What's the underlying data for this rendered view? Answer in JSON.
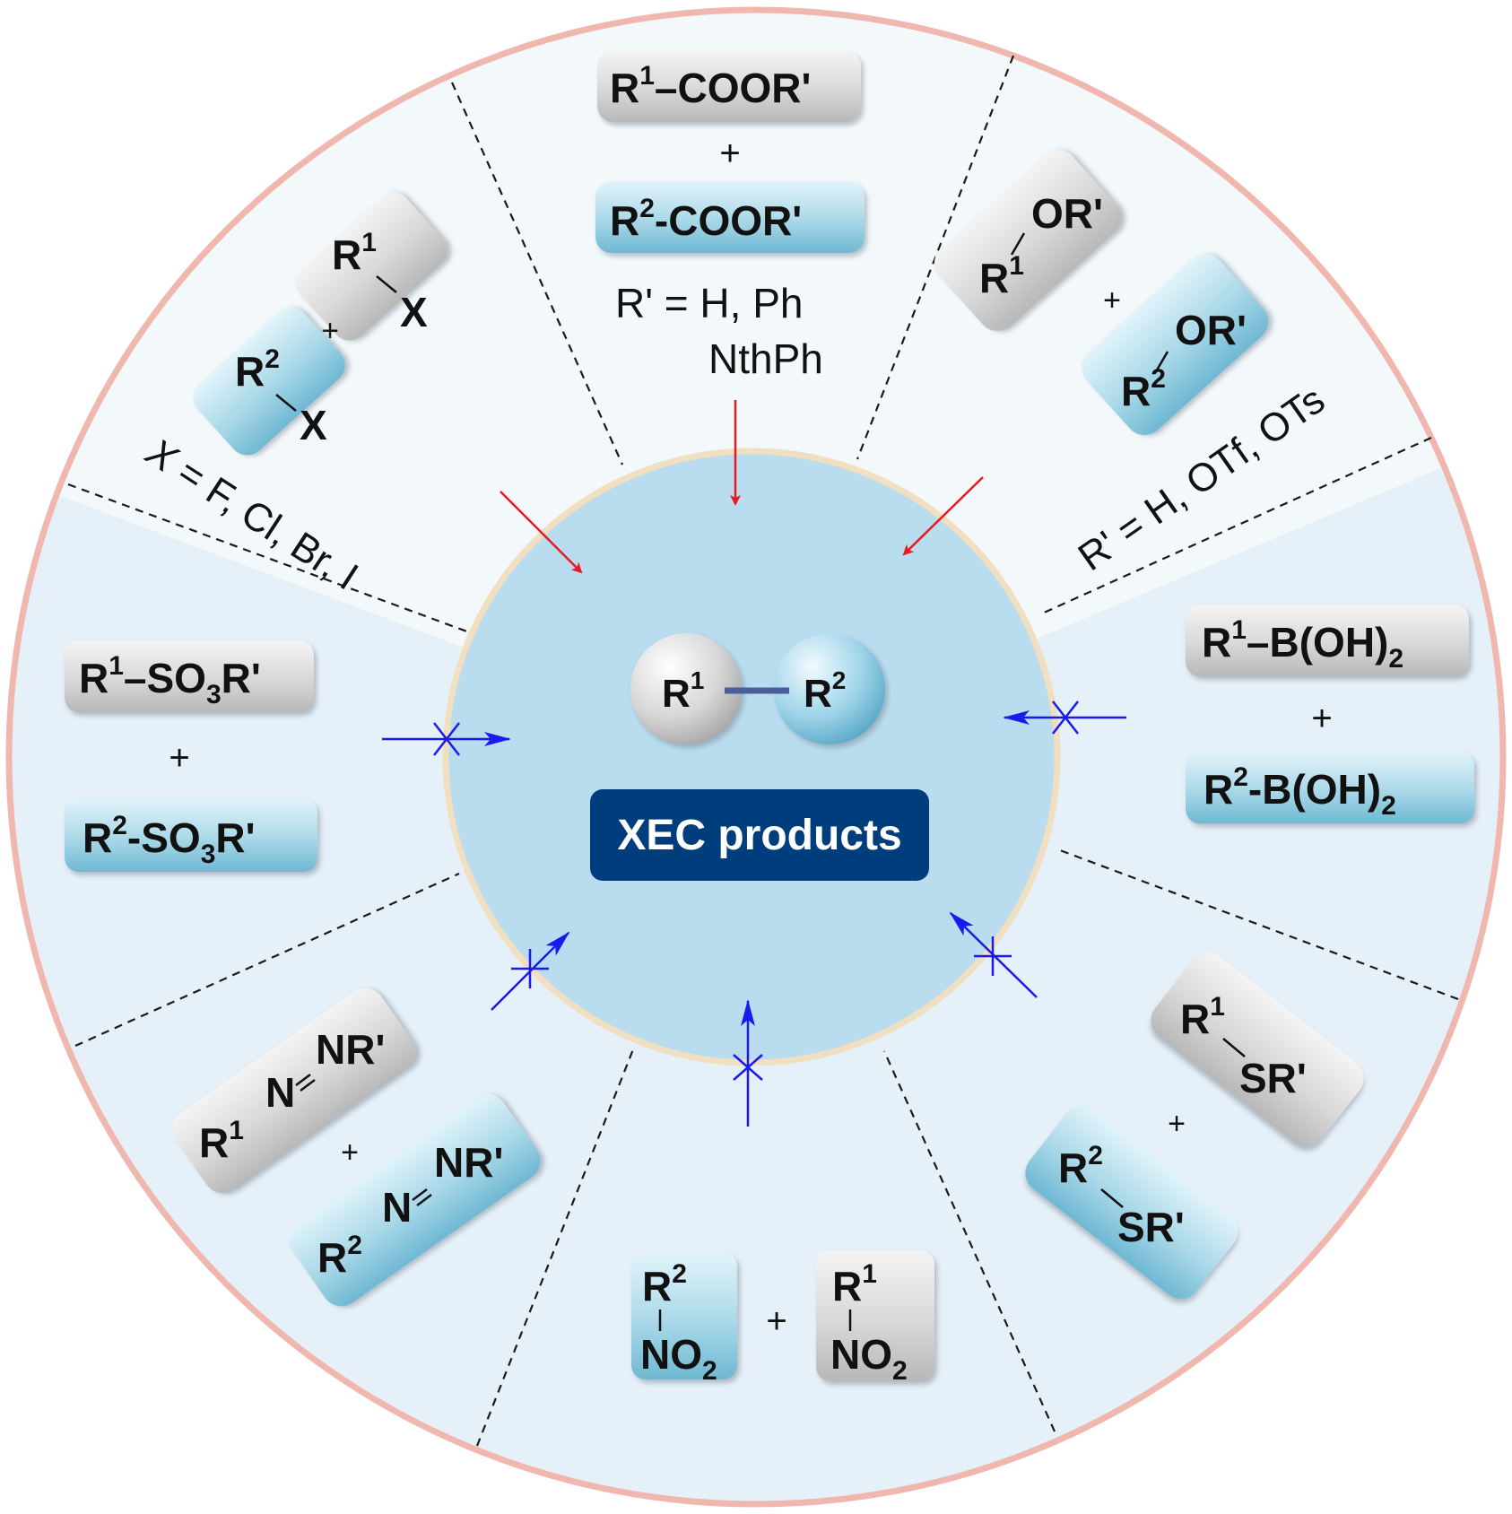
{
  "center": {
    "r1": "R",
    "r1_sup": "1",
    "r2": "R",
    "r2_sup": "2",
    "badge": "XEC products"
  },
  "segments": {
    "halide": {
      "plus": "+",
      "r1": "R",
      "r1_sup": "1",
      "r1_leaving": "X",
      "r2": "R",
      "r2_sup": "2",
      "r2_leaving": "X",
      "note_x": "X",
      "note_rest": " = F, Cl, Br, I"
    },
    "ester": {
      "r1_main": "R",
      "r1_sup": "1",
      "r1_tail": "–COOR'",
      "plus": "+",
      "r2_main": "R",
      "r2_sup": "2",
      "r2_tail": "-COOR'",
      "note_line1": "R' = H, Ph",
      "note_line2": "NthPh"
    },
    "alcohol": {
      "r1": "R",
      "r1_sup": "1",
      "r1_group": "OR'",
      "plus": "+",
      "r2": "R",
      "r2_sup": "2",
      "r2_group": "OR'",
      "note": "R' = H, OTf, OTs"
    },
    "boronic": {
      "r1": "R",
      "r1_sup": "1",
      "r1_tail": "–B(OH)",
      "r1_sub": "2",
      "plus": "+",
      "r2": "R",
      "r2_sup": "2",
      "r2_tail": "-B(OH)",
      "r2_sub": "2"
    },
    "sulfonate": {
      "r1": "R",
      "r1_sup": "1",
      "r1_tail_a": "–SO",
      "r1_sub": "3",
      "r1_tail_b": "R'",
      "plus": "+",
      "r2": "R",
      "r2_sup": "2",
      "r2_tail_a": "-SO",
      "r2_sub": "3",
      "r2_tail_b": "R'"
    },
    "thioether": {
      "r1": "R",
      "r1_sup": "1",
      "r1_group": "SR'",
      "plus": "+",
      "r2": "R",
      "r2_sup": "2",
      "r2_group": "SR'"
    },
    "nitro": {
      "left_r": "R",
      "left_sup": "2",
      "left_group": "NO",
      "left_sub": "2",
      "plus": "+",
      "right_r": "R",
      "right_sup": "1",
      "right_group": "NO",
      "right_sub": "2"
    },
    "azo": {
      "r1": "R",
      "r1_sup": "1",
      "r1_n": "N",
      "r1_nr": "NR'",
      "plus": "+",
      "r2": "R",
      "r2_sup": "2",
      "r2_n": "N",
      "r2_nr": "NR'"
    }
  },
  "colors": {
    "outer_ring": "#f0b7ae",
    "upper_background": "#f3f8fb",
    "lower_background": "#e6f0f9",
    "inner_circle": "#b9dcef",
    "inner_border": "#f0dfc0",
    "badge": "#003d7c",
    "arrow_success": "#e8191f",
    "arrow_blocked": "#1a1aee",
    "gray_box": "#d6d6d6",
    "blue_box": "#a7d5e6"
  }
}
